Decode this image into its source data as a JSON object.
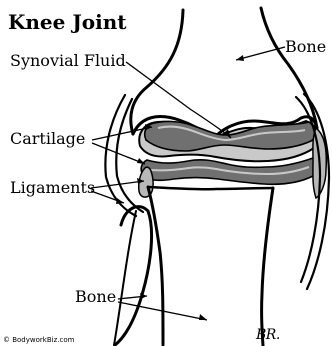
{
  "labels": {
    "title": "Knee Joint",
    "synovial_fluid": "Synovial Fluid",
    "bone_top": "Bone",
    "cartilage": "Cartilage",
    "ligaments": "Ligaments",
    "bone_bottom": "Bone"
  },
  "footer": {
    "copyright": "© BodyworkBiz.com",
    "signature": "BR."
  },
  "colors": {
    "outline": "#000000",
    "cartilage_dark": "#6f6f6f",
    "cartilage_light": "#b5b5b5",
    "synovial_fluid": "#c9c9c9",
    "background": "#ffffff"
  }
}
